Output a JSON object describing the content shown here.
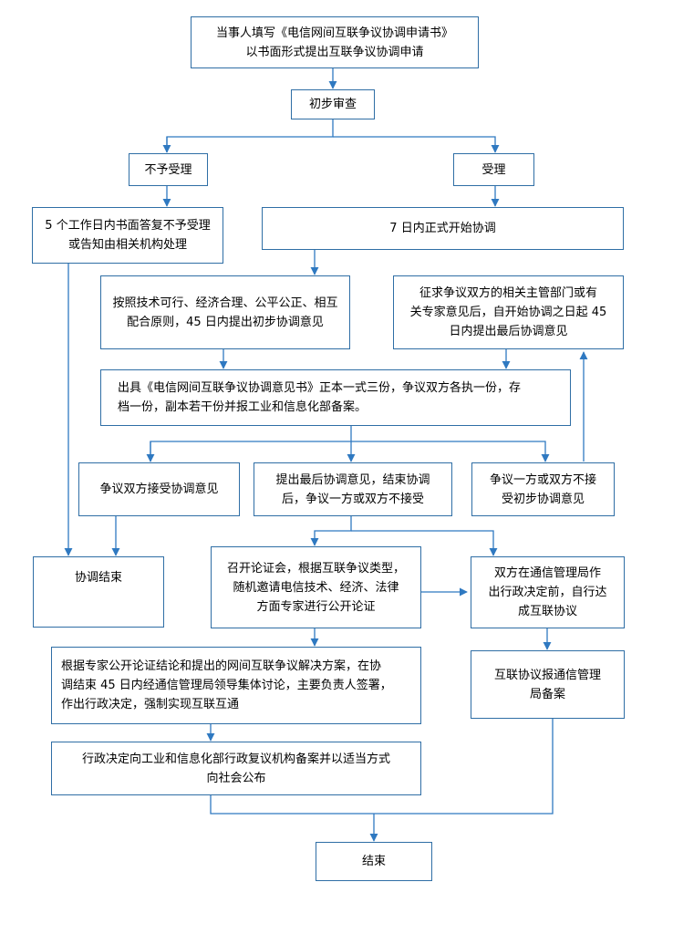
{
  "colors": {
    "border": "#2f6ea5",
    "connector": "#2f79c1",
    "text": "#000000",
    "background": "#ffffff"
  },
  "nodes": {
    "apply": "当事人填写《电信网间互联争议协调申请书》\n以书面形式提出互联争议协调申请",
    "review": "初步审查",
    "reject": "不予受理",
    "accept": "受理",
    "notify": "5 个工作日内书面答复不予受理\n或告知由相关机构处理",
    "start": "7 日内正式开始协调",
    "initial_opinion": "按照技术可行、经济合理、公平公正、相互\n配合原则，45 日内提出初步协调意见",
    "final_opinion": "征求争议双方的相关主管部门或有\n关专家意见后，自开始协调之日起 45\n日内提出最后协调意见",
    "issue_document": "出具《电信网间互联争议协调意见书》正本一式三份，争议双方各执一份，存\n档一份，副本若干份并报工业和信息化部备案。",
    "both_accept": "争议双方接受协调意见",
    "final_rejected": "提出最后协调意见，结束协调\n后，争议一方或双方不接受",
    "initial_rejected": "争议一方或双方不接\n受初步协调意见",
    "end_coordination": "协调结束",
    "hearing": "召开论证会，根据互联争议类型，\n随机邀请电信技术、经济、法律\n方面专家进行公开论证",
    "self_agreement": "双方在通信管理局作\n出行政决定前，自行达\n成互联协议",
    "decision": "根据专家公开论证结论和提出的网间互联争议解决方案，在协\n调结束 45 日内经通信管理局领导集体讨论，主要负责人签署，\n作出行政决定，强制实现互联互通",
    "agreement_filed": "互联协议报通信管理\n局备案",
    "publish": "行政决定向工业和信息化部行政复议机构备案并以适当方式\n向社会公布",
    "finish": "结束"
  }
}
